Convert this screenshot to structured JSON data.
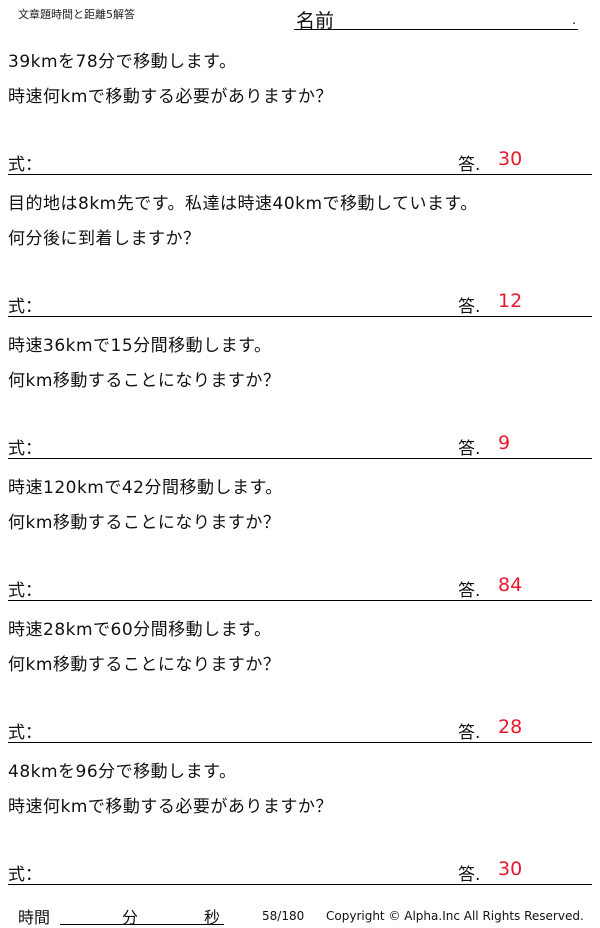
{
  "header": {
    "title": "文章題時間と距離5解答",
    "name_label": "名前",
    "name_dot": "."
  },
  "problems": [
    {
      "line1": "39kmを78分で移動します。",
      "line2": "時速何kmで移動する必要がありますか？",
      "formula_label": "式：",
      "answer_label": "答.",
      "answer": "30"
    },
    {
      "line1": "目的地は8km先です。私達は時速40kmで移動しています。",
      "line2": "何分後に到着しますか？",
      "formula_label": "式：",
      "answer_label": "答.",
      "answer": "12"
    },
    {
      "line1": "時速36kmで15分間移動します。",
      "line2": "何km移動することになりますか？",
      "formula_label": "式：",
      "answer_label": "答.",
      "answer": "9"
    },
    {
      "line1": "時速120kmで42分間移動します。",
      "line2": "何km移動することになりますか？",
      "formula_label": "式：",
      "answer_label": "答.",
      "answer": "84"
    },
    {
      "line1": "時速28kmで60分間移動します。",
      "line2": "何km移動することになりますか？",
      "formula_label": "式：",
      "answer_label": "答.",
      "answer": "28"
    },
    {
      "line1": "48kmを96分で移動します。",
      "line2": "時速何kmで移動する必要がありますか？",
      "formula_label": "式：",
      "answer_label": "答.",
      "answer": "30"
    }
  ],
  "footer": {
    "time_label": "時間",
    "minutes_label": "分",
    "seconds_label": "秒",
    "page": "58/180",
    "copyright": "Copyright © Alpha.Inc All Rights Reserved."
  },
  "colors": {
    "answer": "#e8192c"
  }
}
